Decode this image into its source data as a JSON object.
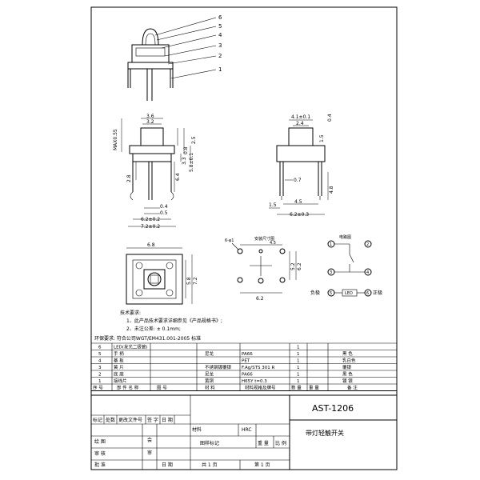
{
  "part_callouts": [
    "6",
    "5",
    "4",
    "3",
    "2",
    "1"
  ],
  "side_view": {
    "dim_top1": "3.6",
    "dim_top2": "3.2",
    "dim_max": "MAX0.55",
    "dim_r1": "2.5",
    "dim_r2": "0.8",
    "dim_r3": "3.3",
    "dim_r4": "5.8±0.1",
    "dim_r5": "6.4",
    "dim_l1": "2.8",
    "dim_b1": "0.4",
    "dim_b2": "0.5",
    "dim_b3": "6.2±0.2",
    "dim_b4": "7.2±0.2"
  },
  "front_view": {
    "dim_t1": "4.1±0.1",
    "dim_t2": "2.4",
    "dim_r1": "0.4",
    "dim_r2": "1.5",
    "dim_m1": "0.7",
    "dim_r3": "4.8",
    "dim_b1": "4.5",
    "dim_b2": "1.5",
    "dim_b3": "6.2±0.3"
  },
  "top_view": {
    "dim_t": "6.8",
    "dim_r1": "5.8",
    "dim_r2": "7.2"
  },
  "install_view": {
    "title": "安装尺寸图",
    "hole_label": "6-φ1",
    "dim_t": "4.5",
    "dim_r1": "5.2",
    "dim_r2": "6.2",
    "dim_b": "6.2"
  },
  "circuit": {
    "title": "电路图",
    "pins": [
      "1",
      "2",
      "3",
      "4",
      "5",
      "6"
    ],
    "led_label": "LED",
    "neg": "负极",
    "pos": "正极"
  },
  "notes": {
    "title": "技术要求:",
    "items": [
      "1、此产品技术要求详细参见《产品规格书》;",
      "2、未注公差: ± 0.1mm;"
    ],
    "env": "环保要求: 符合公司WGT/EM431.001-2005 标准"
  },
  "bom": {
    "rows": [
      {
        "no": "6",
        "name": "LED(发光二极管)",
        "code": "",
        "material": "",
        "spec": "",
        "qty": "1",
        "remark": ""
      },
      {
        "no": "5",
        "name": "手   柄",
        "code": "",
        "material": "尼龙",
        "spec": "PA66",
        "qty": "1",
        "remark": "黑 色"
      },
      {
        "no": "4",
        "name": "基   板",
        "code": "",
        "material": "",
        "spec": "PET",
        "qty": "1",
        "remark": "乳白色"
      },
      {
        "no": "3",
        "name": "簧   片",
        "code": "",
        "material": "不锈钢镀覆银",
        "spec": "F.Ag/STS 301 R",
        "qty": "1",
        "remark": "覆银"
      },
      {
        "no": "2",
        "name": "底   座",
        "code": "",
        "material": "尼龙",
        "spec": "PA66",
        "qty": "1",
        "remark": "黑 色"
      },
      {
        "no": "1",
        "name": "接线片",
        "code": "",
        "material": "黄铜",
        "spec": "H65Y t=0.3",
        "qty": "1",
        "remark": "镀 银"
      }
    ],
    "header": {
      "no": "序 号",
      "name": "部 件 名 称",
      "code": "图      号",
      "material": "材      料",
      "spec": "材料规格及牌号",
      "qty": "数 量",
      "weight": "重 量",
      "remark": "备      注"
    }
  },
  "title_block": {
    "part_no": "AST-1206",
    "part_name": "带灯轻触开关",
    "rev_headers": [
      "标记",
      "处数",
      "更改文件号",
      "签 字",
      "日 期"
    ],
    "material_label": "材料",
    "hrc_label": "HRC",
    "draw_label": "绘   图",
    "check_label": "审   核",
    "approve_label": "批   准",
    "sign_label": "会",
    "sign_label2": "审",
    "sample_mark": "图样标记",
    "weight_label": "重 量",
    "scale_label": "比 例",
    "day_label": "日 期",
    "total_sheets": "共  1  页",
    "sheet_no": "第  1  页"
  }
}
